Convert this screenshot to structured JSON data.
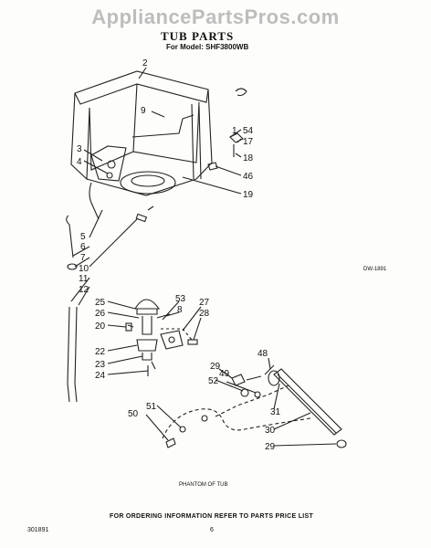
{
  "header": {
    "watermark": "AppliancePartsPros.com",
    "title": "TUB PARTS",
    "subtitle": "For Model: SHF3800WB"
  },
  "diagram_code": "DW-1891",
  "phantom_label": "PHANTOM OF TUB",
  "footer": {
    "ordering_info": "FOR ORDERING INFORMATION REFER TO PARTS PRICE LIST",
    "publication_number": "301891",
    "page_number": "6"
  },
  "callouts": [
    "2",
    "9",
    "54",
    "1",
    "17",
    "18",
    "3",
    "4",
    "46",
    "19",
    "5",
    "6",
    "7",
    "10",
    "11",
    "12",
    "25",
    "53",
    "27",
    "8",
    "28",
    "26",
    "20",
    "22",
    "23",
    "24",
    "48",
    "29",
    "52",
    "49",
    "51",
    "50",
    "31",
    "30",
    "29"
  ]
}
